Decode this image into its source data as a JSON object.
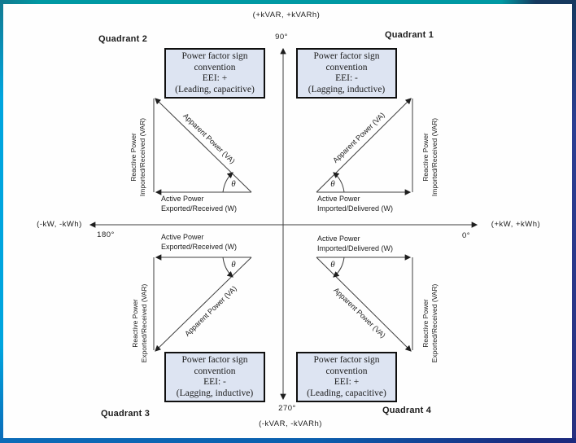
{
  "colors": {
    "frame_top": "#0099a3",
    "frame_left": "#00a5df",
    "frame_right": "#2c3e92",
    "frame_bottom": "#0b5fae",
    "box_fill": "#dde4f2",
    "box_border": "#101010",
    "line": "#3f3f3f"
  },
  "axes": {
    "top": "(+kVAR, +kVARh)",
    "bottom": "(-kVAR, -kVARh)",
    "left": "(-kW, -kWh)",
    "right": "(+kW, +kWh)",
    "deg90": "90°",
    "deg180": "180°",
    "deg270": "270°",
    "deg0": "0°"
  },
  "quadrants": {
    "q1": {
      "title": "Quadrant 1",
      "box": [
        "Power factor sign",
        "convention",
        "EEI: -",
        "(Lagging, inductive)"
      ],
      "apparent": "Apparent Power (VA)",
      "active": [
        "Active Power",
        "Imported/Delivered (W)"
      ],
      "reactive": [
        "Reactive Power",
        "Imported/Received (VAR)"
      ],
      "theta": "θ"
    },
    "q2": {
      "title": "Quadrant 2",
      "box": [
        "Power factor sign",
        "convention",
        "EEI: +",
        "(Leading, capacitive)"
      ],
      "apparent": "Apparent Power (VA)",
      "active": [
        "Active Power",
        "Exported/Received (W)"
      ],
      "reactive": [
        "Reactive Power",
        "Imported/Received (VAR)"
      ],
      "theta": "θ"
    },
    "q3": {
      "title": "Quadrant 3",
      "box": [
        "Power factor sign",
        "convention",
        "EEI: -",
        "(Lagging, inductive)"
      ],
      "apparent": "Apparent Power (VA)",
      "active": [
        "Active Power",
        "Exported/Received (W)"
      ],
      "reactive": [
        "Reactive Power",
        "Exported/Received (VAR)"
      ],
      "theta": "θ"
    },
    "q4": {
      "title": "Quadrant 4",
      "box": [
        "Power factor sign",
        "convention",
        "EEI: +",
        "(Leading, capacitive)"
      ],
      "apparent": "Apparent Power (VA)",
      "active": [
        "Active Power",
        "Imported/Delivered (W)"
      ],
      "reactive": [
        "Reactive Power",
        "Exported/Received (VAR)"
      ],
      "theta": "θ"
    }
  }
}
